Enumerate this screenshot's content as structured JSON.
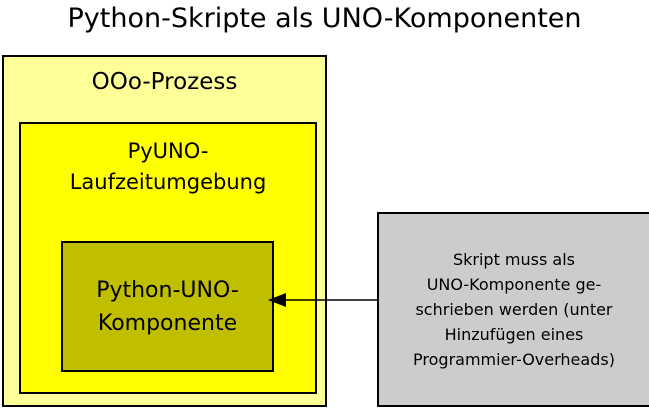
{
  "title": "Python-Skripte als UNO-Komponenten",
  "boxes": {
    "ooo_process": {
      "label": "OOo-Prozess",
      "fill": "#ffff99",
      "stroke": "#000000"
    },
    "pyuno_runtime": {
      "label_line1": "PyUNO-",
      "label_line2": "Laufzeitumgebung",
      "fill": "#ffff00",
      "stroke": "#000000"
    },
    "python_uno_component": {
      "label_line1": "Python-UNO-",
      "label_line2": "Komponente",
      "fill": "#bfbf00",
      "stroke": "#000000"
    },
    "note": {
      "line1": "Skript muss als",
      "line2": "UNO-Komponente ge-",
      "line3": "schrieben werden (unter",
      "line4": "Hinzufügen eines",
      "line5": "Programmier-Overheads)",
      "fill": "#cccccc",
      "stroke": "#000000"
    }
  },
  "arrow": {
    "name": "note-to-component-arrow",
    "direction": "left",
    "color": "#000000"
  }
}
